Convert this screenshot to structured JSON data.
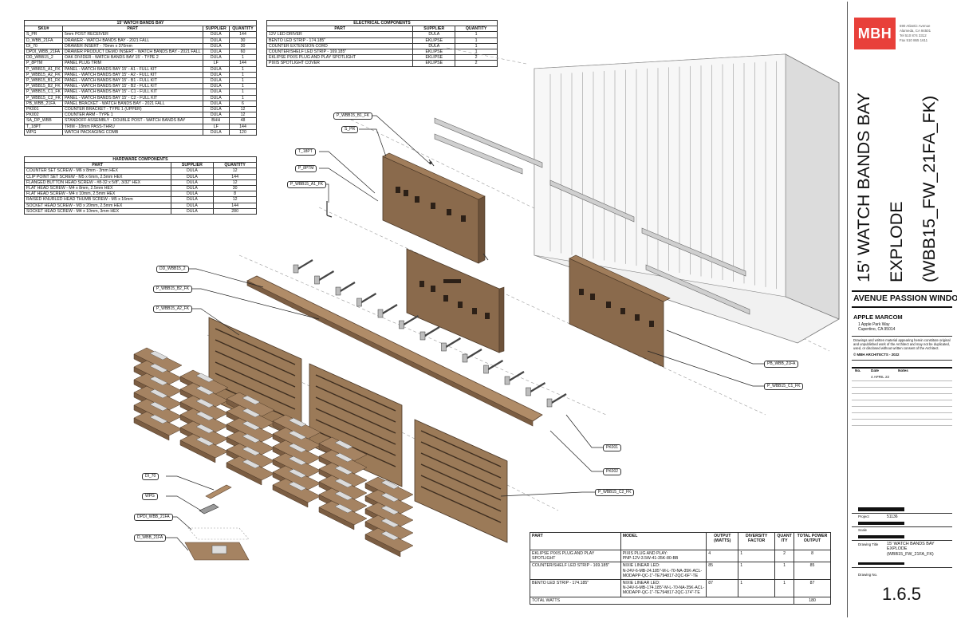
{
  "bays_table": {
    "title": "15' WATCH BANDS BAY",
    "headers": [
      "SKU#",
      "PART",
      "SUPPLIER",
      "QUANTITY"
    ],
    "rows": [
      [
        "S_PR",
        "5mm POST RECEIVER",
        "DULA",
        "144"
      ],
      [
        "D_WBB_21FA",
        "DRAWER - WATCH BANDS BAY - 2021 FALL",
        "DULA",
        "30"
      ],
      [
        "DI_70",
        "DRAWER INSERT - 70mm x 370mm",
        "DULA",
        "30"
      ],
      [
        "DPDI_WBB_21FA",
        "DRAWER PRODUCT DEMO INSERT - WATCH BANDS BAY - 2021 FALL",
        "DULA",
        "60"
      ],
      [
        "DD_WBB15_2",
        "OAK DIVIDER - WATCH BANDS BAY 15' - TYPE 2",
        "DULA",
        "1"
      ],
      [
        "P_8PTM",
        "PANEL PLUG TRIM",
        "LF",
        "144"
      ],
      [
        "P_WBB15_A1_FK",
        "PANEL - WATCH BANDS BAY 15' - A1 - FULL KIT",
        "DULA",
        "1"
      ],
      [
        "P_WBB15_A2_FK",
        "PANEL - WATCH BANDS BAY 15' - A2 - FULL KIT",
        "DULA",
        "1"
      ],
      [
        "P_WBB15_B1_FK",
        "PANEL - WATCH BANDS BAY 15' - B1 - FULL KIT",
        "DULA",
        "1"
      ],
      [
        "P_WBB15_B2_FK",
        "PANEL - WATCH BANDS BAY 15' - B2 - FULL KIT",
        "DULA",
        "1"
      ],
      [
        "P_WBB15_C1_FK",
        "PANEL - WATCH BANDS BAY 15' - C1 - FULL KIT",
        "DULA",
        "1"
      ],
      [
        "P_WBB15_C2_FK",
        "PANEL - WATCH BANDS BAY 15' - C2 - FULL KIT",
        "DULA",
        "1"
      ],
      [
        "PB_WBB_21FA",
        "PANEL BRACKET - WATCH BANDS BAY - 2021 FALL",
        "DULA",
        "6"
      ],
      [
        "PK001",
        "COUNTER BRACKET - TYPE 1 (UPPER)",
        "DULA",
        "12"
      ],
      [
        "PK002",
        "COUNTER ARM - TYPE 1",
        "DULA",
        "12"
      ],
      [
        "SA_DP_WBB",
        "STANDOFF ASSEMBLY - DOUBLE POST - WATCH BANDS BAY",
        "BHH",
        "48"
      ],
      [
        "T_18PT",
        "TRIM - 18mm PASS-THRU",
        "LF",
        "144"
      ],
      [
        "WPG",
        "WATCH PACKAGING COMB",
        "DULA",
        "120"
      ]
    ]
  },
  "hardware_table": {
    "title": "HARDWARE COMPONENTS",
    "headers": [
      "PART",
      "SUPPLIER",
      "QUANTITY"
    ],
    "rows": [
      [
        "COUNTER SET SCREW - M6 x 8mm - 3mm HEX",
        "DULA",
        "12"
      ],
      [
        "CLIP POINT SET SCREW - M5 x 6mm, 2.5mm HEX",
        "DULA",
        "144"
      ],
      [
        "FLANGED BUTTON HEAD SCREW - #8-32 x 5/8\", 3/32\" HEX",
        "DULA",
        "12"
      ],
      [
        "FLAT HEAD SCREW - M4 x 8mm, 2.5mm HEX",
        "DULA",
        "30"
      ],
      [
        "FLAT HEAD SCREW - M4 x 10mm, 2.5mm HEX",
        "DULA",
        "8"
      ],
      [
        "RAISED KNURLED HEAD THUMB SCREW - M5 x 16mm",
        "DULA",
        "12"
      ],
      [
        "SOCKET HEAD SCREW - M3 x 20mm, 2.5mm HEX",
        "DULA",
        "144"
      ],
      [
        "SOCKET HEAD SCREW - M4 x 10mm, 3mm HEX",
        "DULA",
        "280"
      ]
    ]
  },
  "electrical_table": {
    "title": "ELECTRICAL COMPONENTS",
    "headers": [
      "PART",
      "SUPPLIER",
      "QUANTITY"
    ],
    "rows": [
      [
        "12V LED DRIVER",
        "DULA",
        "1"
      ],
      [
        "BENTO LED STRIP - 174.185\"",
        "EKLIPSE",
        "1"
      ],
      [
        "COUNTER EXTENSION CORD",
        "DULA",
        "1"
      ],
      [
        "COUNTER/SHELF LED STRIP - 169.185\"",
        "EKLIPSE",
        "1"
      ],
      [
        "EKLIPSE PIXIS PLUG AND PLAY SPOTLIGHT",
        "EKLIPSE",
        "2"
      ],
      [
        "PIXIS SPOTLIGHT COVER",
        "EKLIPSE",
        "2"
      ]
    ]
  },
  "power_table": {
    "headers": [
      "PART",
      "MODEL",
      "OUTPUT (WATTS)",
      "DIVERSITY FACTOR",
      "QUANTITY",
      "TOTAL POWER OUTPUT"
    ],
    "rows": [
      [
        "EKLIPSE PIXIS PLUG AND PLAY SPOTLIGHT",
        "PIXIS PLUG AND PLAY:\nPNP-12V-3.5W-41-35K-80-BB",
        "4",
        "1",
        "2",
        "8"
      ],
      [
        "COUNTER/SHELF LED STRIP - 169.185\"",
        "NIXIE LINEAR LED:\nN-24V-6-MB-24.185\"-M-L-70-NA-35K-ACL-MODAPP-QC-1\"-TE794817-2QC-6F\"-TE",
        "85",
        "1",
        "1",
        "85"
      ],
      [
        "BENTO LED STRIP - 174.185\"",
        "NIXIE LINEAR LED:\nN-24V-6-MB-174.185\"-M-L-70-NA-35K-ACL-MODAPP-QC-1\"-TE794817-2QC-174\"-TE",
        "87",
        "1",
        "1",
        "87"
      ]
    ],
    "total_label": "TOTAL WATTS",
    "total_value": "180"
  },
  "callouts": {
    "b1": "P_WBB15_B1_FK",
    "spr": "S_PR",
    "t18": "T_18PT",
    "p8": "P_8PTM",
    "a1": "P_WBB15_A1_FK",
    "dd": "DD_WBB15_2",
    "b2": "P_WBB15_B2_FK",
    "a2": "P_WBB15_A2_FK",
    "pb": "PB_WBB_21FA",
    "c1": "P_WBB15_C1_FK",
    "pk1": "PK001",
    "pk2": "PK002",
    "c2": "P_WBB15_C2_FK",
    "di": "DI_70",
    "wpg": "WPG",
    "dpdi": "DPDI_WBB_21FA",
    "d": "D_WBB_21FA"
  },
  "title_block": {
    "logo": "MBH",
    "address": [
      "690 Atlantic Avenue",
      "Alameda, CA 94501",
      "Tel 510 874 3312",
      "Fax 510 865 1611"
    ],
    "drawing_title_lines": [
      "15' WATCH BANDS BAY",
      "EXPLODE",
      "(WBB15_FW_21FA_FK)"
    ],
    "project_name": "AVENUE PASSION WINDOWS",
    "client": "APPLE MARCOM",
    "client_address": [
      "1 Apple Park Way",
      "Cupertino, CA 95014"
    ],
    "copyright_text": "Drawings and written material appearing herein constitute original and unpublished work of the Architect and may not be duplicated, used, or disclosed without written consent of the Architect.",
    "copyright_line": "© MBH ARCHITECTS - 2022",
    "rev_headers": [
      "No.",
      "Date",
      "Notes"
    ],
    "rev_date": "4 APRIL 22",
    "project_label": "Project",
    "project_number": "51136",
    "scale_label": "Scale",
    "drawing_title_label": "Drawing Title",
    "drawing_title_small": [
      "15' WATCH BANDS BAY",
      "EXPLODE",
      "(WBB15_FW_21FA_FK)"
    ],
    "drawing_no_label": "Drawing No.",
    "drawing_number": "1.6.5"
  },
  "colors": {
    "wood": "#8a6a4c",
    "wood_light": "#b08c68",
    "brand_red": "#e8403a",
    "fixture": "#e6e6e6"
  }
}
